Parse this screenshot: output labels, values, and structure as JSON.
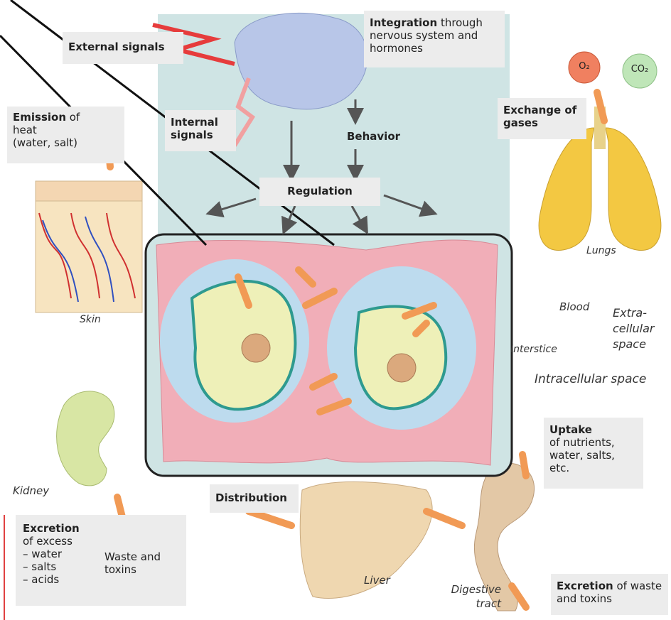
{
  "labels": {
    "external_signals": "External signals",
    "integration_title": "Integration",
    "integration_text": "through nervous system and hormones",
    "internal_signals": "Internal signals",
    "behavior": "Behavior",
    "regulation": "Regulation",
    "emission_title": "Emission",
    "emission_of": "of",
    "emission_heat": "heat",
    "emission_water": "(water, salt)",
    "exchange_of_gases": "Exchange of gases",
    "o2": "O₂",
    "co2": "CO₂",
    "lungs": "Lungs",
    "skin": "Skin",
    "blood": "Blood",
    "extracellular": "Extra-cellular space",
    "interstice": "Interstice",
    "intracellular": "Intracellular space",
    "kidney": "Kidney",
    "liver": "Liver",
    "digestive_tract": "Digestive tract",
    "uptake_title": "Uptake",
    "uptake_text": "of nutrients, water, salts, etc.",
    "distribution": "Distribution",
    "excretion_title": "Excretion",
    "of_excess": "of excess",
    "water": "– water",
    "salts": "– salts",
    "acids": "– acids",
    "waste_and_toxins": "Waste and toxins",
    "excretion_word": "Excretion",
    "excretion_waste_text": "of waste and toxins"
  },
  "colors": {
    "panel": "#cfe4e4",
    "box": "#ececec",
    "arrow_orange": "#f19a55",
    "arrow_grey": "#555555",
    "signal_red": "#e63c3c"
  }
}
